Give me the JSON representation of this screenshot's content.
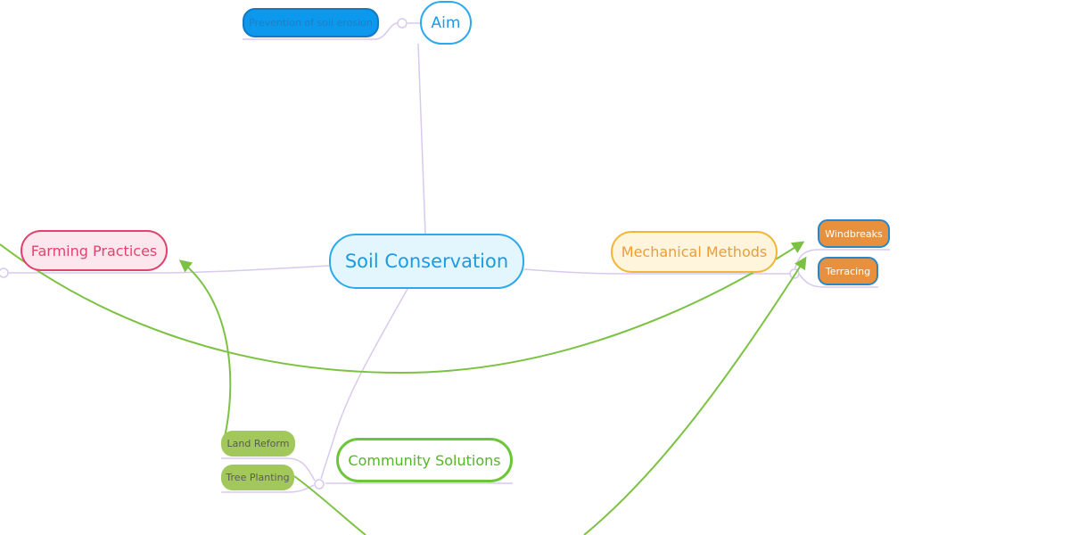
{
  "mindmap": {
    "central": {
      "label": "Soil Conservation"
    },
    "aim": {
      "label": "Aim",
      "children": [
        {
          "label": "Prevention of soil erosion"
        }
      ]
    },
    "farming": {
      "label": "Farming Practices"
    },
    "mechanical": {
      "label": "Mechanical Methods",
      "children": [
        {
          "label": "Windbreaks"
        },
        {
          "label": "Terracing"
        }
      ]
    },
    "community": {
      "label": "Community Solutions",
      "children": [
        {
          "label": "Land Reform"
        },
        {
          "label": "Tree Planting"
        }
      ]
    }
  },
  "colors": {
    "connector": "#d9c9ee",
    "relationship": "#7cc242",
    "blue": "#2aa9ec",
    "pink": "#e0446e",
    "yellow": "#f2b63a",
    "green": "#6bc63a",
    "orange": "#e7913f"
  }
}
